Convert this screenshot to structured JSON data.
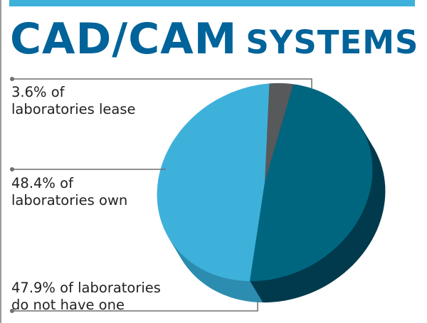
{
  "chart_data": {
    "type": "pie",
    "title": "CAD/CAM",
    "title_suffix": "SYSTEMS",
    "slices": [
      {
        "name": "lease",
        "value": 3.6,
        "label_line1": "3.6% of",
        "label_line2": "laboratories lease",
        "color": "#58595b",
        "side_color": "#3a3b3d"
      },
      {
        "name": "do not have one",
        "value": 47.9,
        "label_line1": "47.9% of laboratories",
        "label_line2": "do not have one",
        "color": "#006680",
        "side_color": "#003a4c"
      },
      {
        "name": "own",
        "value": 48.4,
        "label_line1": "48.4% of",
        "label_line2": "laboratories own",
        "color": "#3eb1da",
        "side_color": "#2d8db0"
      }
    ],
    "accent": "#00639a"
  }
}
